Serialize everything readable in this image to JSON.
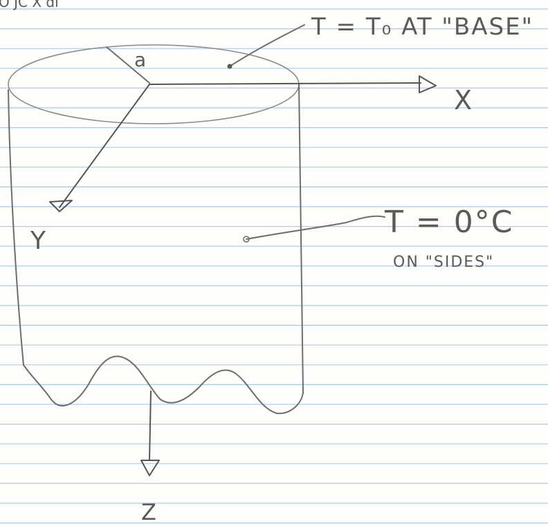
{
  "labels": {
    "top_left_fragment": "O  JC  X  dl",
    "radius": "a",
    "x_axis": "X",
    "y_axis": "Y",
    "z_axis": "Z",
    "base_condition": "T = T₀  AT \"BASE\"",
    "sides_condition": "T = 0°C",
    "sides_location": "ON \"SIDES\""
  },
  "colors": {
    "paper": "#fdfdfb",
    "rule_line": "#a9cde8",
    "ink": "#6d6d6d"
  }
}
